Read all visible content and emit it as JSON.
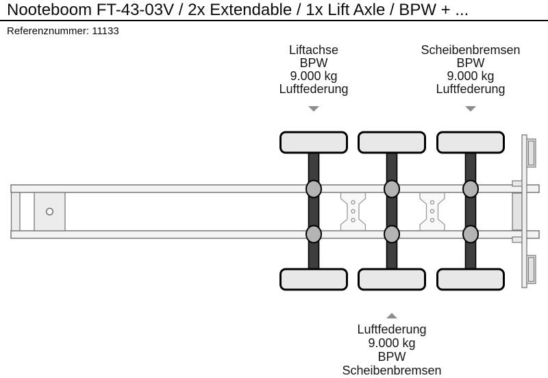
{
  "header": {
    "title": "Nooteboom FT-43-03V / 2x Extendable / 1x Lift Axle / BPW + ...",
    "reference_label": "Referenznummer:",
    "reference_value": "11133"
  },
  "annotations": {
    "top_left": {
      "target": "front-axle",
      "arrow_direction": "down",
      "lines": [
        "Liftachse",
        "BPW",
        "9.000 kg",
        "Luftfederung"
      ]
    },
    "top_right": {
      "target": "rear-axle",
      "arrow_direction": "down",
      "lines": [
        "Scheibenbremsen",
        "BPW",
        "9.000 kg",
        "Luftfederung"
      ]
    },
    "bottom": {
      "target": "middle-axle",
      "arrow_direction": "up",
      "lines": [
        "Luftfederung",
        "9.000 kg",
        "BPW",
        "Scheibenbremsen"
      ]
    }
  },
  "diagram": {
    "type": "trailer-top-view-schematic",
    "axle_count": 3,
    "colors": {
      "background": "#ffffff",
      "text": "#111111",
      "outline_black": "#000000",
      "frame_stroke": "#777777",
      "frame_fill": "#f3f3f3",
      "plate_fill": "#ececec",
      "wheel_fill": "#e8e8e8",
      "axle_fill": "#3e3e3e",
      "hub_fill": "#b4b4b4",
      "arrow_gray": "#8d8d8d"
    }
  }
}
